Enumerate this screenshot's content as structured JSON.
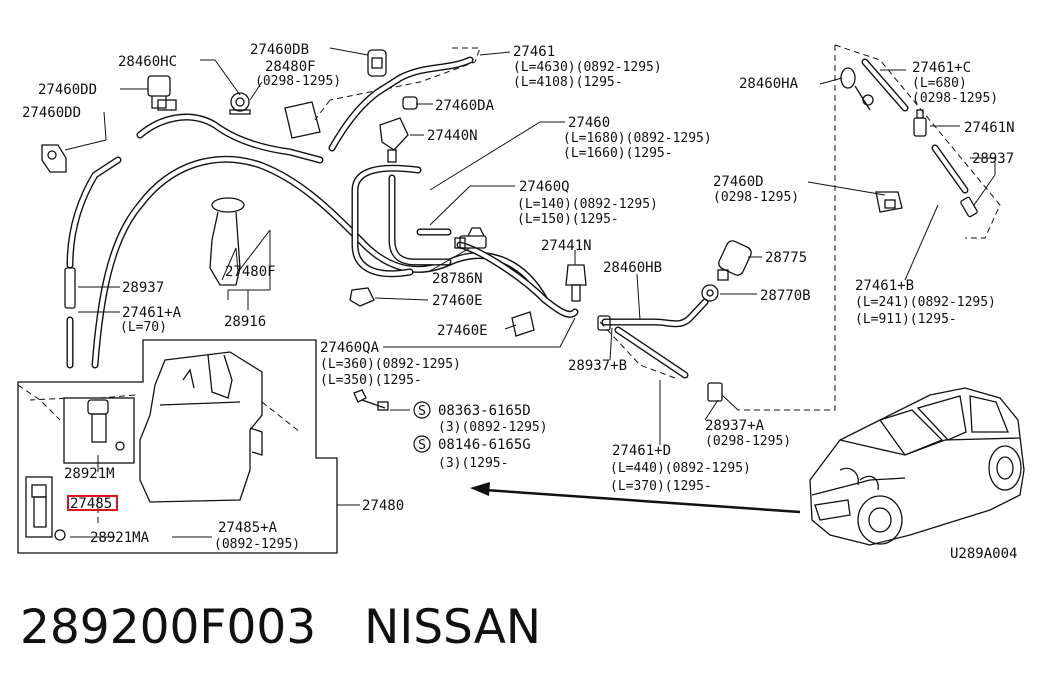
{
  "diagram_code": "U289A004",
  "footer": {
    "part_number": "289200F003",
    "brand": "NISSAN"
  },
  "highlight_color": "#e0141e",
  "labels": {
    "l28460HC": "28460HC",
    "l27460DB": "27460DB",
    "l28480F": "28480F",
    "l28480F_r": "(0298-1295)",
    "l27461": "27461",
    "l27461_r1": "(L=4630)(0892-1295)",
    "l27461_r2": "(L=4108)(1295-",
    "l28460HA": "28460HA",
    "l27461C": "27461+C",
    "l27461C_r1": "(L=680)",
    "l27461C_r2": "(0298-1295)",
    "l27460DD_1": "27460DD",
    "l27460DD_2": "27460DD",
    "l27460DA": "27460DA",
    "l27440N": "27440N",
    "l27460": "27460",
    "l27460_r1": "(L=1680)(0892-1295)",
    "l27460_r2": "(L=1660)(1295-",
    "l27461N": "27461N",
    "l28937_r": "28937",
    "l27460D": "27460D",
    "l27460D_r": "(0298-1295)",
    "l27460Q": "27460Q",
    "l27460Q_r1": "(L=140)(0892-1295)",
    "l27460Q_r2": "(L=150)(1295-",
    "l27441N": "27441N",
    "l28775": "28775",
    "l27480F": "27480F",
    "l28786N": "28786N",
    "l28460HB": "28460HB",
    "l28770B": "28770B",
    "l27461B": "27461+B",
    "l27461B_r1": "(L=241)(0892-1295)",
    "l27461B_r2": "(L=911)(1295-",
    "l28937_l": "28937",
    "l27460E_1": "27460E",
    "l27461A": "27461+A",
    "l27461A_r": "(L=70)",
    "l28916": "28916",
    "l27460E_2": "27460E",
    "l27460QA": "27460QA",
    "l27460QA_r1": "(L=360)(0892-1295)",
    "l27460QA_r2": "(L=350)(1295-",
    "l28937B": "28937+B",
    "l08363": "08363-6165D",
    "l08363_r": "(3)(0892-1295)",
    "l08146": "08146-6165G",
    "l08146_r": "(3)(1295-",
    "l28937A": "28937+A",
    "l28937A_r": "(0298-1295)",
    "l27461D": "27461+D",
    "l27461D_r1": "(L=440)(0892-1295)",
    "l27461D_r2": "(L=370)(1295-",
    "l28921M": "28921M",
    "l27485": "27485",
    "l27480": "27480",
    "l27485A": "27485+A",
    "l27485A_r": "(0892-1295)",
    "l28921MA": "28921MA",
    "circle_s": "S"
  }
}
